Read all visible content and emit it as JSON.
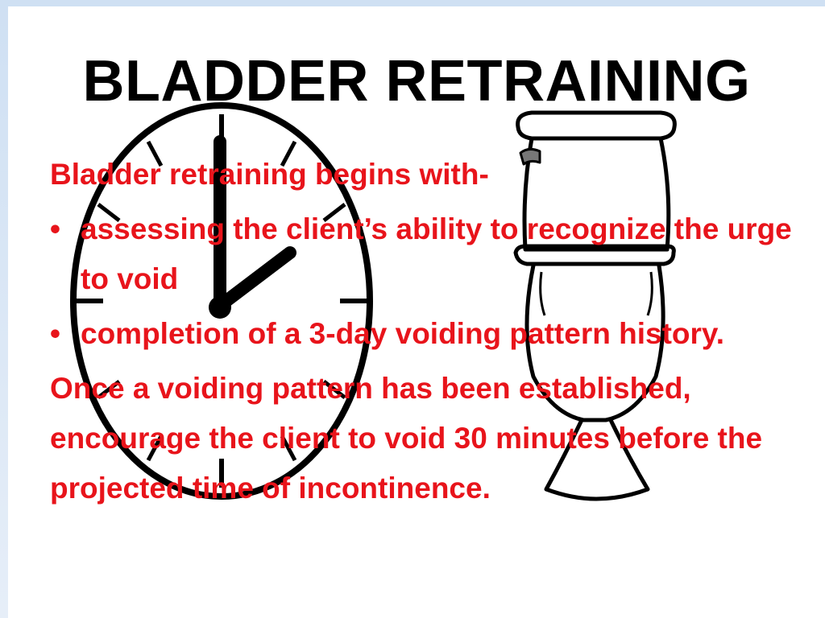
{
  "slide": {
    "title": "BLADDER RETRAINING",
    "intro": "Bladder retraining begins with-",
    "bullets": [
      " assessing the client’s ability to recognize the urge to void",
      " completion of a 3-day voiding pattern history."
    ],
    "bullet_symbol": "•",
    "closing": "Once a voiding pattern has been established,  encourage the client to void 30 minutes before the projected time of incontinence."
  },
  "illustrations": [
    "clock-icon",
    "toilet-icon"
  ],
  "colors": {
    "title": "#000000",
    "body_text": "#e8141b",
    "line_art": "#000000",
    "frame": "#cfe0f3"
  }
}
